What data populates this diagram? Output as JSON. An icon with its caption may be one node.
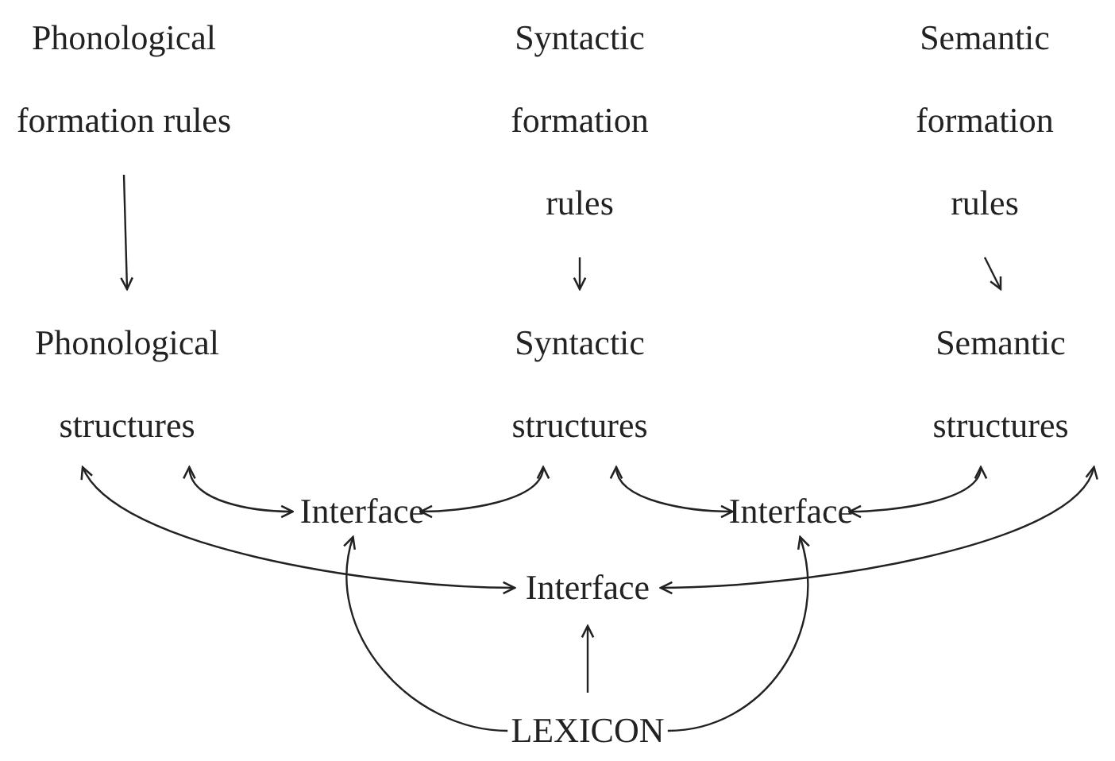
{
  "diagram": {
    "nodes": [
      {
        "text": [
          "Phonological formation rules"
        ]
      },
      {
        "text": [
          "Syntactic formation rules"
        ]
      },
      {
        "text": [
          "Semantic formation rules"
        ]
      },
      {
        "text": [
          "Phonological structures"
        ]
      },
      {
        "text": [
          "Syntactic structures"
        ]
      },
      {
        "text": [
          "Semantic structures"
        ]
      },
      {
        "text": [
          "Interface"
        ]
      },
      {
        "text": [
          "Interface"
        ]
      },
      {
        "text": [
          "Interface"
        ]
      },
      {
        "text": [
          "LEXICON"
        ]
      }
    ],
    "edges": [
      {
        "from": 0,
        "to": 3,
        "arrow": "to"
      },
      {
        "from": 1,
        "to": 4,
        "arrow": "to"
      },
      {
        "from": 2,
        "to": 5,
        "arrow": "to"
      },
      {
        "from": 3,
        "to": 6,
        "arrow": "both"
      },
      {
        "from": 4,
        "to": 6,
        "arrow": "both"
      },
      {
        "from": 4,
        "to": 7,
        "arrow": "both"
      },
      {
        "from": 5,
        "to": 7,
        "arrow": "both"
      },
      {
        "from": 3,
        "to": 8,
        "arrow": "both"
      },
      {
        "from": 5,
        "to": 8,
        "arrow": "both"
      },
      {
        "from": 9,
        "to": 8,
        "arrow": "to"
      },
      {
        "from": 9,
        "to": 6,
        "arrow": "to"
      },
      {
        "from": 9,
        "to": 7,
        "arrow": "to"
      }
    ]
  }
}
